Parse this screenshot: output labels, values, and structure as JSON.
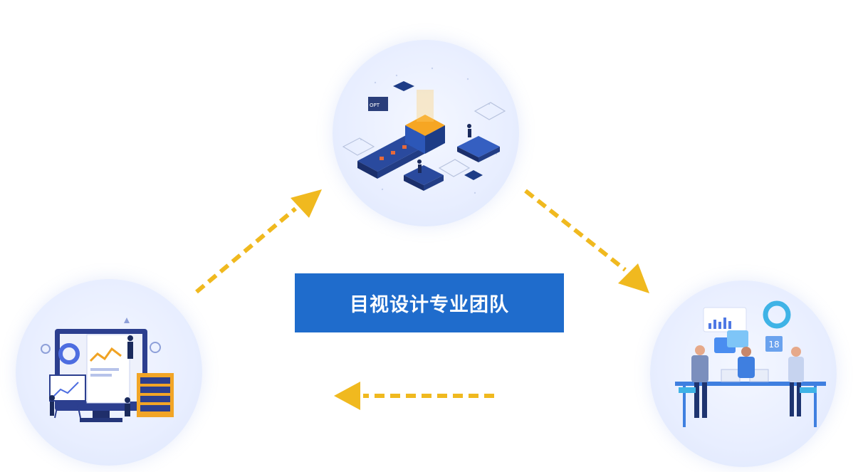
{
  "diagram": {
    "title": "目视设计专业团队",
    "accent_color": "#1f6ccc",
    "arrow_color": "#f0b91f",
    "nodes": [
      {
        "id": "top",
        "illustration": "isometric-platform-illustration"
      },
      {
        "id": "left",
        "illustration": "data-monitor-illustration"
      },
      {
        "id": "right",
        "illustration": "team-meeting-illustration"
      }
    ],
    "edges": [
      {
        "from": "left",
        "to": "top",
        "style": "dashed"
      },
      {
        "from": "top",
        "to": "right",
        "style": "dashed"
      },
      {
        "from": "right",
        "to": "left",
        "style": "dashed"
      }
    ],
    "calendar_badge": "18"
  }
}
